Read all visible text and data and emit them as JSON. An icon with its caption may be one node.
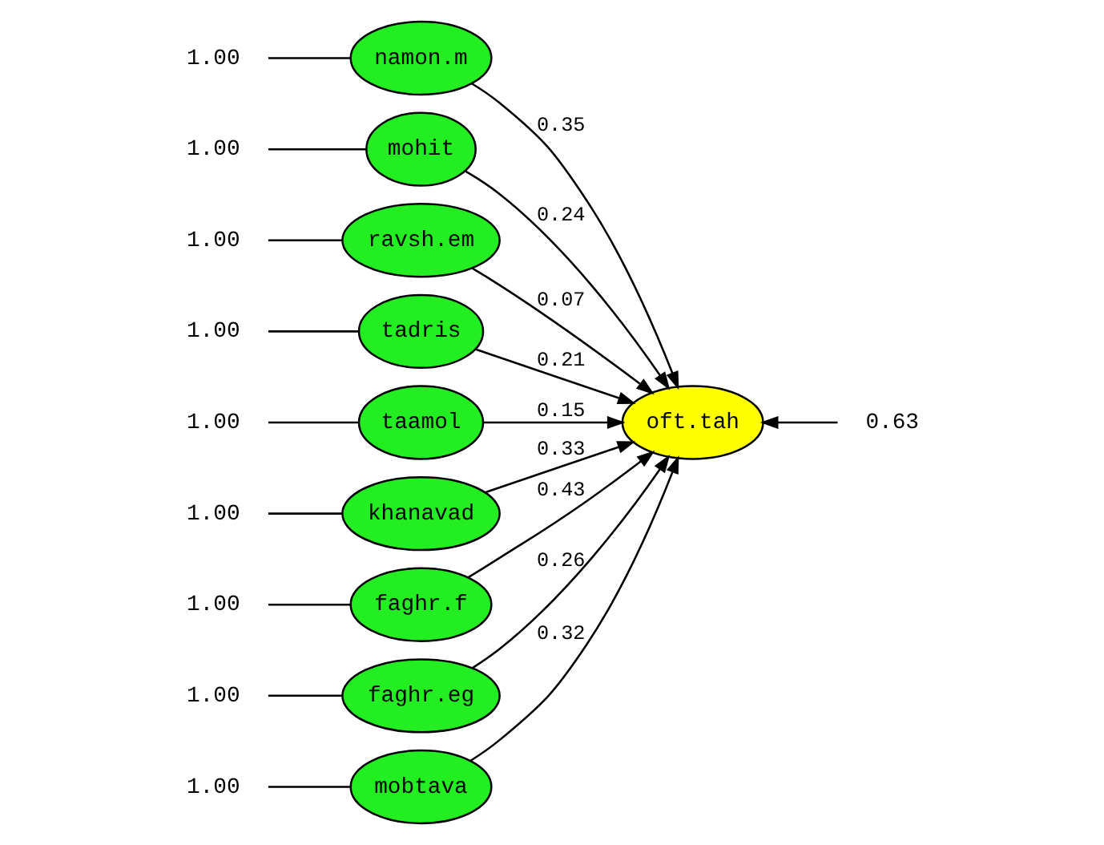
{
  "diagram": {
    "nodes": [
      {
        "text": [
          "mobtava"
        ]
      },
      {
        "text": [
          "namon.m"
        ]
      },
      {
        "text": [
          "mohit"
        ]
      },
      {
        "text": [
          "ravsh.em"
        ]
      },
      {
        "text": [
          "tadris"
        ]
      },
      {
        "text": [
          "taamol"
        ]
      },
      {
        "text": [
          "khanavad"
        ]
      },
      {
        "text": [
          "faghr.f"
        ]
      },
      {
        "text": [
          "faghr.eg"
        ]
      },
      {
        "text": [
          "oft.tah"
        ]
      },
      {
        "text": [
          "1.00"
        ]
      },
      {
        "text": [
          "1.00"
        ]
      },
      {
        "text": [
          "1.00"
        ]
      },
      {
        "text": [
          "1.00"
        ]
      },
      {
        "text": [
          "1.00"
        ]
      },
      {
        "text": [
          "1.00"
        ]
      },
      {
        "text": [
          "1.00"
        ]
      },
      {
        "text": [
          "1.00"
        ]
      },
      {
        "text": [
          "1.00"
        ]
      },
      {
        "text": [
          "0.63"
        ]
      }
    ],
    "edges": [
      {
        "from": 10,
        "to": 0,
        "arrow": "none"
      },
      {
        "from": 11,
        "to": 1,
        "arrow": "none"
      },
      {
        "from": 12,
        "to": 2,
        "arrow": "none"
      },
      {
        "from": 13,
        "to": 3,
        "arrow": "none"
      },
      {
        "from": 14,
        "to": 4,
        "arrow": "none"
      },
      {
        "from": 15,
        "to": 5,
        "arrow": "none"
      },
      {
        "from": 16,
        "to": 6,
        "arrow": "none"
      },
      {
        "from": 17,
        "to": 7,
        "arrow": "none"
      },
      {
        "from": 18,
        "to": 8,
        "arrow": "none"
      },
      {
        "from": 0,
        "to": 9,
        "arrow": "to",
        "label": "0.32"
      },
      {
        "from": 1,
        "to": 9,
        "arrow": "to",
        "label": "0.35"
      },
      {
        "from": 2,
        "to": 9,
        "arrow": "to",
        "label": "0.24"
      },
      {
        "from": 3,
        "to": 9,
        "arrow": "to",
        "label": "0.07"
      },
      {
        "from": 4,
        "to": 9,
        "arrow": "to",
        "label": "0.21"
      },
      {
        "from": 5,
        "to": 9,
        "arrow": "to",
        "label": "0.15"
      },
      {
        "from": 6,
        "to": 9,
        "arrow": "to",
        "label": "0.33"
      },
      {
        "from": 7,
        "to": 9,
        "arrow": "to",
        "label": "0.43"
      },
      {
        "from": 8,
        "to": 9,
        "arrow": "to",
        "label": "0.26"
      },
      {
        "from": 19,
        "to": 9,
        "arrow": "to"
      }
    ]
  }
}
